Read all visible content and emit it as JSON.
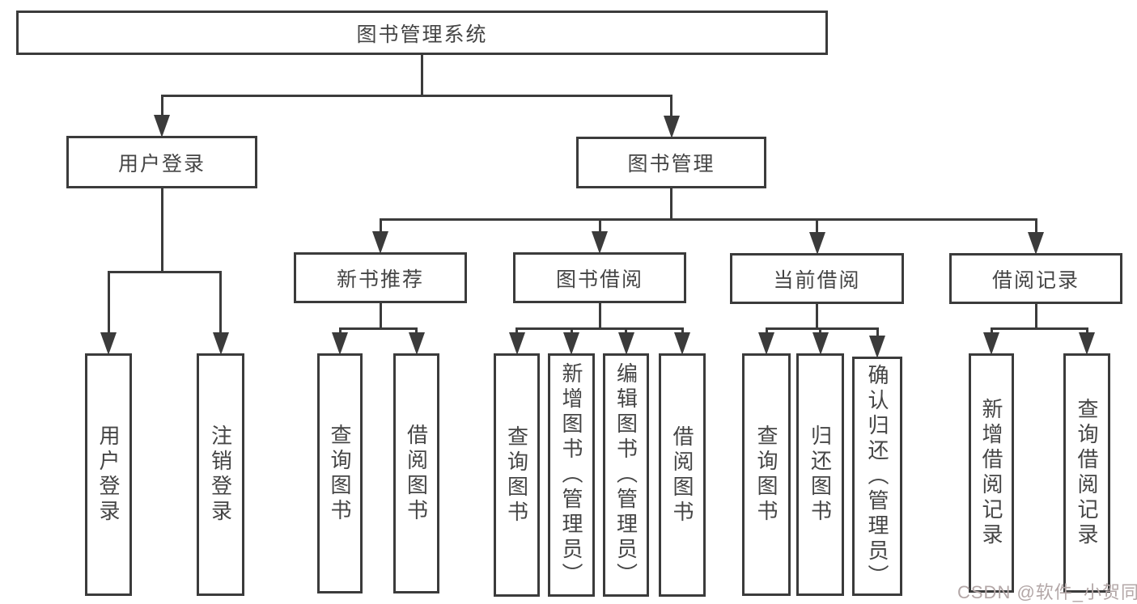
{
  "diagram": {
    "title": "图书管理系统",
    "line_color": "#3b3b3b",
    "text_color": "#454545",
    "background": "#ffffff",
    "nodes": [
      {
        "id": "root",
        "label": "图书管理系统",
        "parent": null,
        "orientation": "horizontal"
      },
      {
        "id": "login",
        "label": "用户登录",
        "parent": "root",
        "orientation": "horizontal"
      },
      {
        "id": "mgmt",
        "label": "图书管理",
        "parent": "root",
        "orientation": "horizontal"
      },
      {
        "id": "login_in",
        "label": "用户登录",
        "parent": "login",
        "orientation": "vertical"
      },
      {
        "id": "login_out",
        "label": "注销登录",
        "parent": "login",
        "orientation": "vertical"
      },
      {
        "id": "rec",
        "label": "新书推荐",
        "parent": "mgmt",
        "orientation": "horizontal"
      },
      {
        "id": "borrow",
        "label": "图书借阅",
        "parent": "mgmt",
        "orientation": "horizontal"
      },
      {
        "id": "current",
        "label": "当前借阅",
        "parent": "mgmt",
        "orientation": "horizontal"
      },
      {
        "id": "records",
        "label": "借阅记录",
        "parent": "mgmt",
        "orientation": "horizontal"
      },
      {
        "id": "rec_q",
        "label": "查询图书",
        "parent": "rec",
        "orientation": "vertical"
      },
      {
        "id": "rec_b",
        "label": "借阅图书",
        "parent": "rec",
        "orientation": "vertical"
      },
      {
        "id": "bor_q",
        "label": "查询图书",
        "parent": "borrow",
        "orientation": "vertical"
      },
      {
        "id": "bor_add",
        "label": "新增图书（管理员）",
        "parent": "borrow",
        "orientation": "vertical"
      },
      {
        "id": "bor_edit",
        "label": "编辑图书（管理员）",
        "parent": "borrow",
        "orientation": "vertical"
      },
      {
        "id": "bor_b",
        "label": "借阅图书",
        "parent": "borrow",
        "orientation": "vertical"
      },
      {
        "id": "cur_q",
        "label": "查询图书",
        "parent": "current",
        "orientation": "vertical"
      },
      {
        "id": "cur_ret",
        "label": "归还图书",
        "parent": "current",
        "orientation": "vertical"
      },
      {
        "id": "cur_conf",
        "label": "确认归还（管理员）",
        "parent": "current",
        "orientation": "vertical"
      },
      {
        "id": "recd_add",
        "label": "新增借阅记录",
        "parent": "records",
        "orientation": "vertical"
      },
      {
        "id": "recd_q",
        "label": "查询借阅记录",
        "parent": "records",
        "orientation": "vertical"
      }
    ]
  },
  "watermark": {
    "text": "CSDN @软件_小贺同学",
    "color": "#b3a7a7"
  }
}
